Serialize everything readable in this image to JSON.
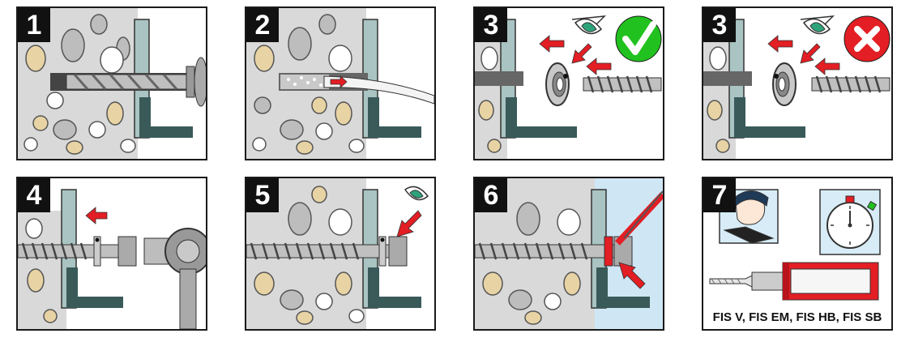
{
  "steps": [
    {
      "id": "1",
      "label": "1"
    },
    {
      "id": "2",
      "label": "2"
    },
    {
      "id": "3a",
      "label": "3"
    },
    {
      "id": "3b",
      "label": "3"
    },
    {
      "id": "4",
      "label": "4"
    },
    {
      "id": "5",
      "label": "5"
    },
    {
      "id": "6",
      "label": "6"
    },
    {
      "id": "7",
      "label": "7"
    }
  ],
  "products": "FIS V, FIS EM, FIS HB, FIS SB",
  "colors": {
    "concrete": "#d9d9d9",
    "stone_tan": "#e8d3a4",
    "stone_grey": "#bdbdbd",
    "steel_bracket": "#3a5a5a",
    "glass_plate": "#a9c4c2",
    "arrow_red": "#e31e24",
    "ok_green": "#21c21f",
    "nok_red": "#e31e24",
    "eye_green": "#2ea37a",
    "sky_blue": "#cfe6f5"
  },
  "icons": [
    "eye-icon",
    "check-icon",
    "cross-icon",
    "stopwatch-icon",
    "reading-person-icon",
    "cartridge-icon",
    "ratchet-icon",
    "drill-icon",
    "blow-pump-icon",
    "screw-anchor-icon",
    "washer-icon",
    "nut-icon",
    "red-arrow-icon"
  ]
}
